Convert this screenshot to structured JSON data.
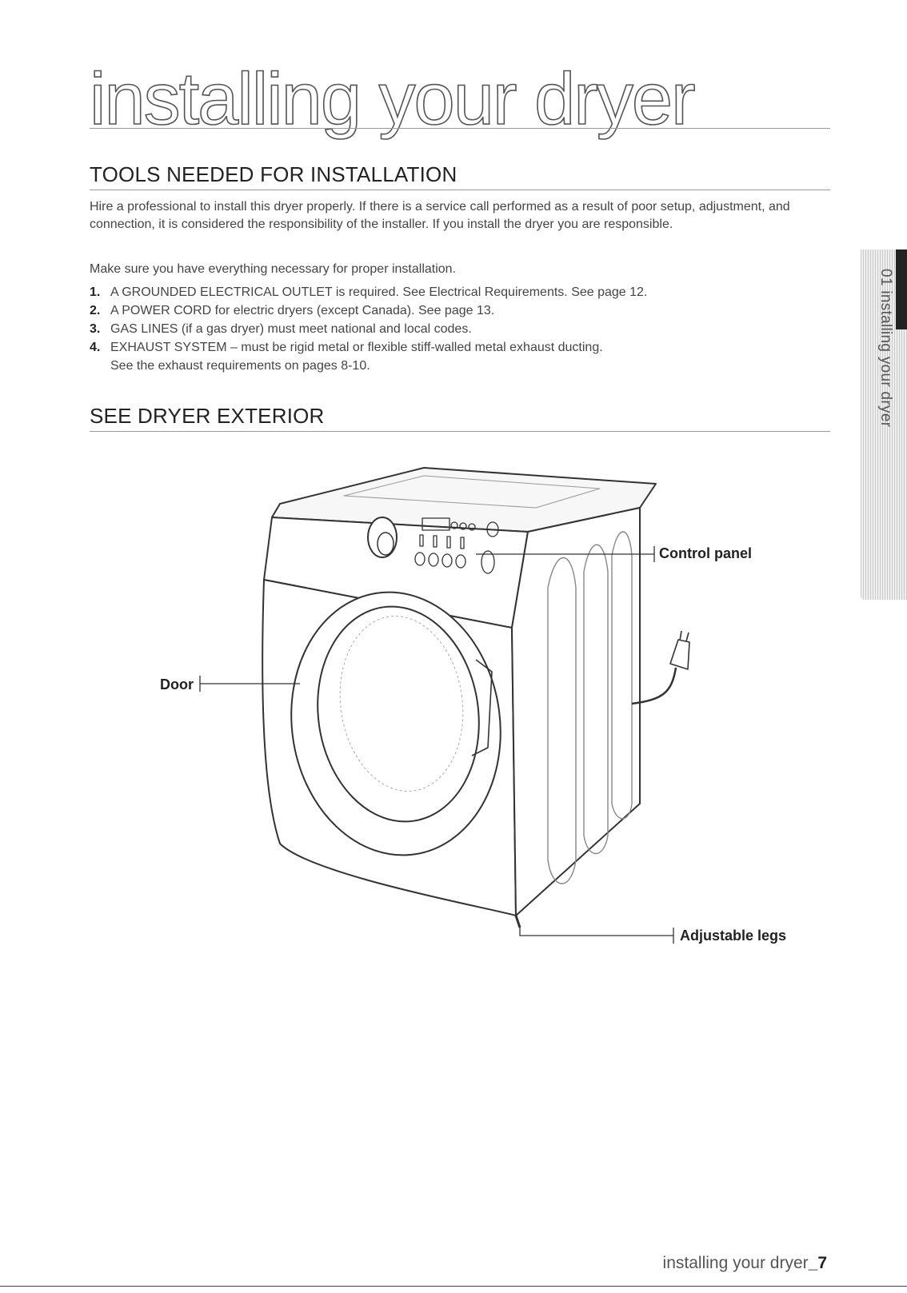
{
  "page": {
    "title": "installing your dryer",
    "side_tab": "01 installing your dryer",
    "footer_text": "installing your dryer",
    "footer_page": "_7"
  },
  "tools_section": {
    "heading": "TOOLS NEEDED FOR INSTALLATION",
    "intro": "Hire a professional to install this dryer properly. If there is a service call performed as a result of poor setup, adjustment, and connection, it is considered the responsibility of the installer. If you install the dryer you are responsible.",
    "lead": "Make sure you have everything necessary for proper installation.",
    "items": [
      {
        "num": "1.",
        "text": "A GROUNDED ELECTRICAL OUTLET is required. See Electrical Requirements. See page 12.",
        "sub": ""
      },
      {
        "num": "2.",
        "text": "A POWER CORD for electric dryers (except Canada). See page 13.",
        "sub": ""
      },
      {
        "num": "3.",
        "text": "GAS LINES (if a gas dryer) must meet national and local codes.",
        "sub": ""
      },
      {
        "num": "4.",
        "text": "EXHAUST SYSTEM – must be rigid metal or flexible stiff-walled metal exhaust ducting.",
        "sub": "See the exhaust requirements on pages 8-10."
      }
    ]
  },
  "exterior_section": {
    "heading": "SEE DRYER EXTERIOR",
    "labels": {
      "control_panel": "Control panel",
      "door": "Door",
      "adjustable_legs": "Adjustable legs"
    }
  },
  "colors": {
    "text": "#444444",
    "heading": "#222222",
    "rule": "#999999",
    "tab_accent": "#222222"
  },
  "icons": [
    "dryer-illustration",
    "power-plug-icon"
  ]
}
